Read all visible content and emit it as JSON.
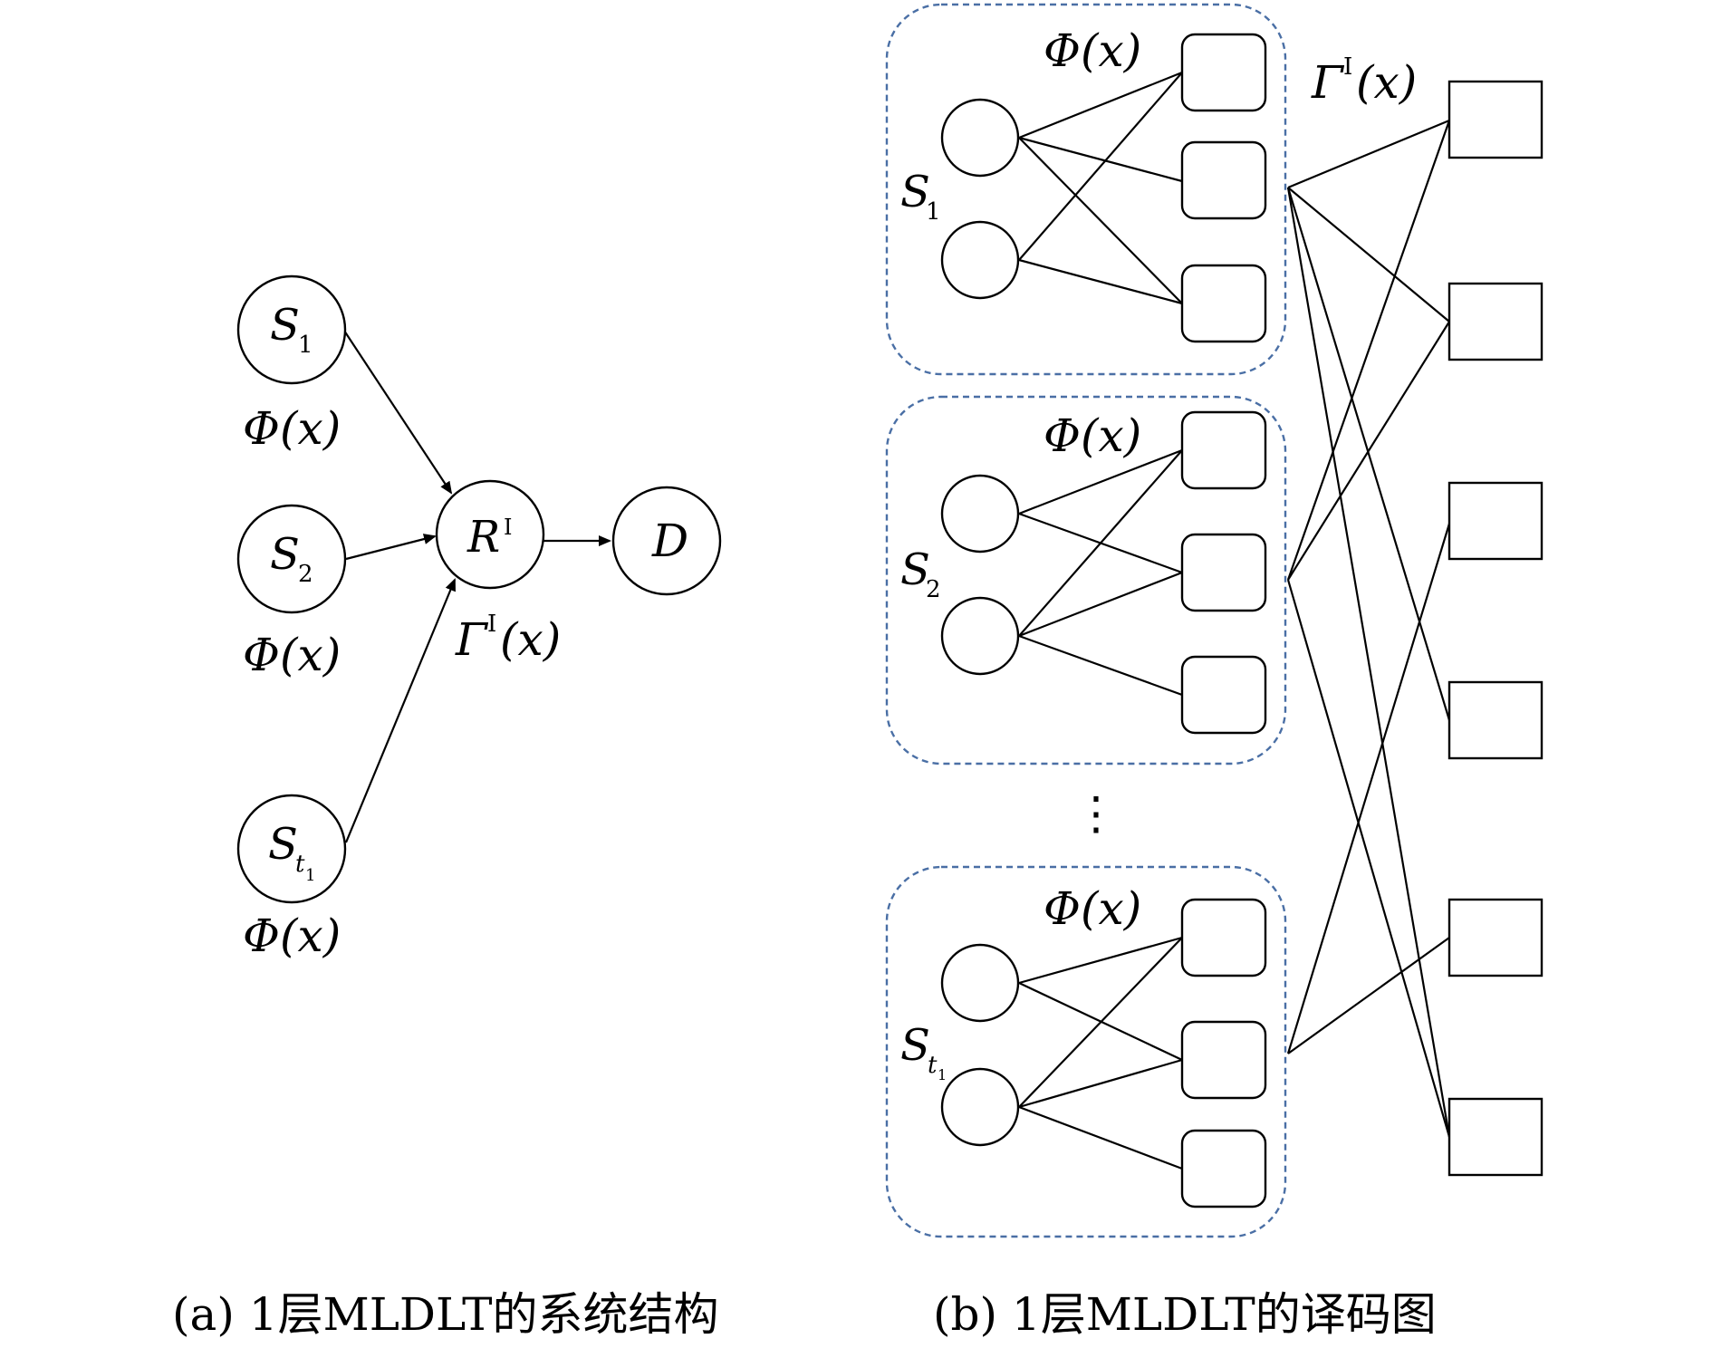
{
  "panel_a": {
    "nodes": {
      "s1": {
        "main": "S",
        "sub": "1"
      },
      "s2": {
        "main": "S",
        "sub": "2"
      },
      "st1": {
        "main": "S",
        "sub": "t",
        "subsub": "1"
      },
      "r": {
        "main": "R",
        "sup": "I"
      },
      "d": {
        "main": "D"
      }
    },
    "labels": {
      "phi": "Φ(x)",
      "gamma_main": "Γ",
      "gamma_sup": "I",
      "gamma_arg": "(x)"
    },
    "caption": "(a) 1层MLDLT的系统结构"
  },
  "panel_b": {
    "labels": {
      "phi": "Φ(x)",
      "gamma_main": "Γ",
      "gamma_sup": "I",
      "gamma_arg": "(x)",
      "s_main": "S",
      "s1_sub": "1",
      "s2_sub": "2",
      "st_sub": "t",
      "st_subsub": "1",
      "ellipsis": "⋮"
    },
    "caption": "(b) 1层MLDLT的译码图"
  }
}
